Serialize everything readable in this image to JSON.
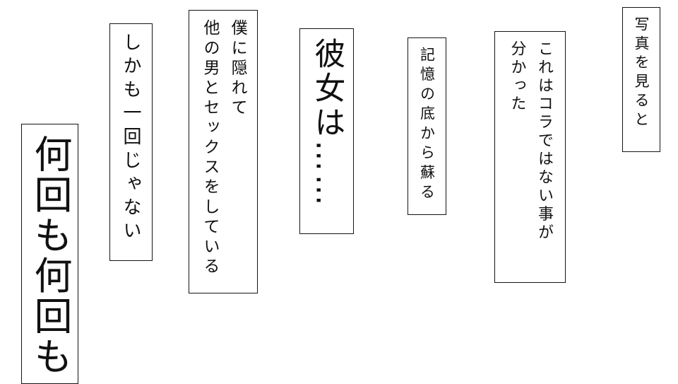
{
  "page": {
    "background_color": "#ffffff",
    "border_color": "#141414",
    "text_color": "#111111"
  },
  "panels": [
    {
      "id": "panel-1",
      "lines": [
        "写真を見ると"
      ]
    },
    {
      "id": "panel-2",
      "lines": [
        "これはコラではない事が",
        "分かった"
      ]
    },
    {
      "id": "panel-3",
      "lines": [
        "記憶の底から蘇る"
      ]
    },
    {
      "id": "panel-4",
      "lines": [
        "彼女は……"
      ]
    },
    {
      "id": "panel-5",
      "lines": [
        "僕に隠れて",
        "他の男とセックスをしている"
      ]
    },
    {
      "id": "panel-6",
      "lines": [
        "しかも一回じゃない"
      ]
    },
    {
      "id": "panel-7",
      "lines": [
        "何回も何回も"
      ]
    }
  ]
}
